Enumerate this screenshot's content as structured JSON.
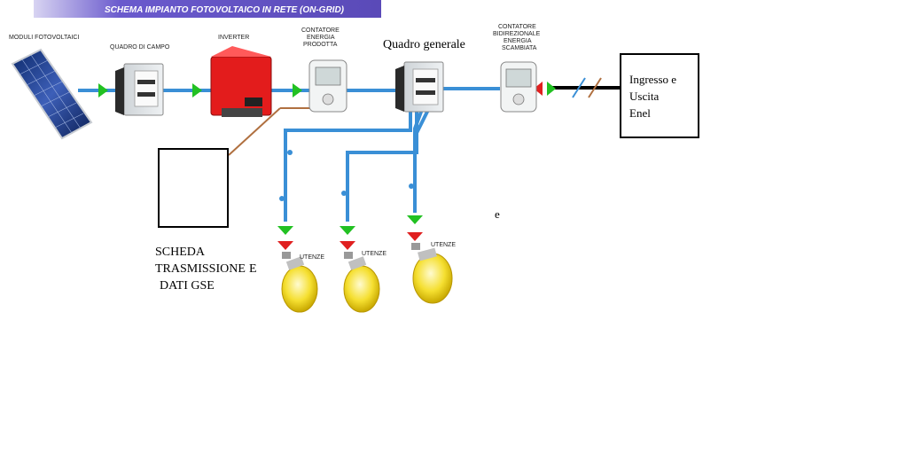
{
  "title": "SCHEMA IMPIANTO  FOTOVOLTAICO IN RETE (ON-GRID)",
  "components": {
    "pv_modules": "MODULI FOTOVOLTAICI",
    "field_panel": "QUADRO DI CAMPO",
    "inverter": "INVERTER",
    "produced_meter": [
      "CONTATORE",
      "ENERGIA",
      "PRODOTTA"
    ],
    "main_panel": "Quadro generale",
    "bidirectional_meter": [
      "CONTATORE",
      "BIDIREZIONALE",
      "ENERGIA",
      "SCAMBIATA"
    ]
  },
  "grid_box": [
    "Ingresso e",
    "Uscita",
    "Enel"
  ],
  "gse_card": [
    "SCHEDA",
    "TRASMISSIONE",
    "DATI   GSE"
  ],
  "gse_suffix": "E",
  "loads": [
    "UTENZE",
    "UTENZE",
    "UTENZE"
  ],
  "stray_text": "e",
  "colors": {
    "wire": "#3a8fd6",
    "flow_arrow": "#22c122",
    "load_arrow": "#e02020",
    "title_band": "#6a5acd",
    "data_cable": "#b07040"
  }
}
